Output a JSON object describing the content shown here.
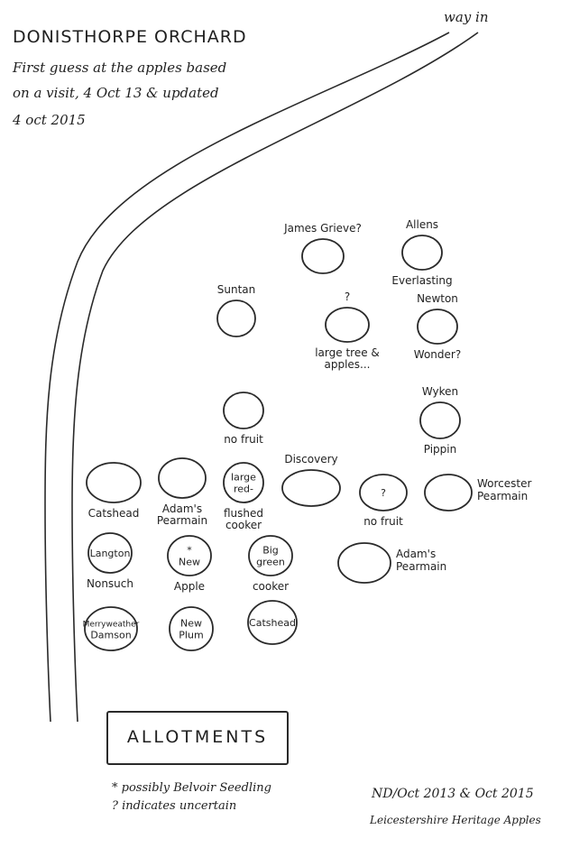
{
  "title": "DONISTHORPE ORCHARD",
  "subtitle": [
    "First guess at the apples based",
    "on a visit, 4 Oct 13 & updated",
    "4 oct 2015"
  ],
  "entrance_label": "way in",
  "trees": [
    {
      "id": "james-grieve",
      "above": "James Grieve?",
      "inside": [],
      "below": []
    },
    {
      "id": "allens-everlasting",
      "above": "Allens",
      "inside": [],
      "below": [
        "Everlasting"
      ]
    },
    {
      "id": "suntan",
      "above": "Suntan",
      "inside": [],
      "below": []
    },
    {
      "id": "unknown-large",
      "above": "?",
      "inside": [],
      "below": [
        "large tree &",
        "apples..."
      ]
    },
    {
      "id": "newton-wonder",
      "above": "Newton",
      "inside": [],
      "below": [
        "Wonder?"
      ]
    },
    {
      "id": "no-fruit-1",
      "above": "",
      "inside": [],
      "below": [
        "no fruit"
      ]
    },
    {
      "id": "wyken-pippin",
      "above": "Wyken",
      "inside": [],
      "below": [
        "Pippin"
      ]
    },
    {
      "id": "catshead-1",
      "above": "",
      "inside": [],
      "below": [
        "Catshead"
      ]
    },
    {
      "id": "adams-pearmain-1",
      "above": "",
      "inside": [],
      "below": [
        "Adam's",
        "Pearmain"
      ]
    },
    {
      "id": "large-red",
      "above": "",
      "inside": [
        "large",
        "red-"
      ],
      "below": [
        "flushed",
        "cooker"
      ]
    },
    {
      "id": "discovery",
      "above": "Discovery",
      "inside": [],
      "below": []
    },
    {
      "id": "no-fruit-2",
      "above": "",
      "inside": [
        "?"
      ],
      "below": [
        "no fruit"
      ]
    },
    {
      "id": "worcester-pearmain",
      "above": "",
      "inside": [],
      "below": []
    },
    {
      "id": "langton-nonsuch",
      "above": "",
      "inside": [
        "Langton"
      ],
      "below": [
        "Nonsuch"
      ]
    },
    {
      "id": "new-apple",
      "above": "",
      "inside": [
        "*",
        "New"
      ],
      "below": [
        "Apple"
      ]
    },
    {
      "id": "big-green-cooker",
      "above": "",
      "inside": [
        "Big",
        "green"
      ],
      "below": [
        "cooker"
      ]
    },
    {
      "id": "adams-pearmain-2",
      "above": "",
      "inside": [],
      "below": []
    },
    {
      "id": "merryweather-damson",
      "above": "",
      "inside": [
        "Merryweather",
        "Damson"
      ],
      "below": []
    },
    {
      "id": "new-plum",
      "above": "",
      "inside": [
        "New",
        "Plum"
      ],
      "below": []
    },
    {
      "id": "catshead-2",
      "above": "",
      "inside": [
        "Catshead"
      ],
      "below": []
    }
  ],
  "side_labels": {
    "worcester": [
      "Worcester",
      "Pearmain"
    ],
    "adams2": [
      "Adam's",
      "Pearmain"
    ]
  },
  "allotments_label": "ALLOTMENTS",
  "notes": [
    "* possibly Belvoir Seedling",
    "? indicates uncertain"
  ],
  "credit": [
    "ND/Oct 2013 & Oct 2015",
    "Leicestershire Heritage Apples"
  ]
}
